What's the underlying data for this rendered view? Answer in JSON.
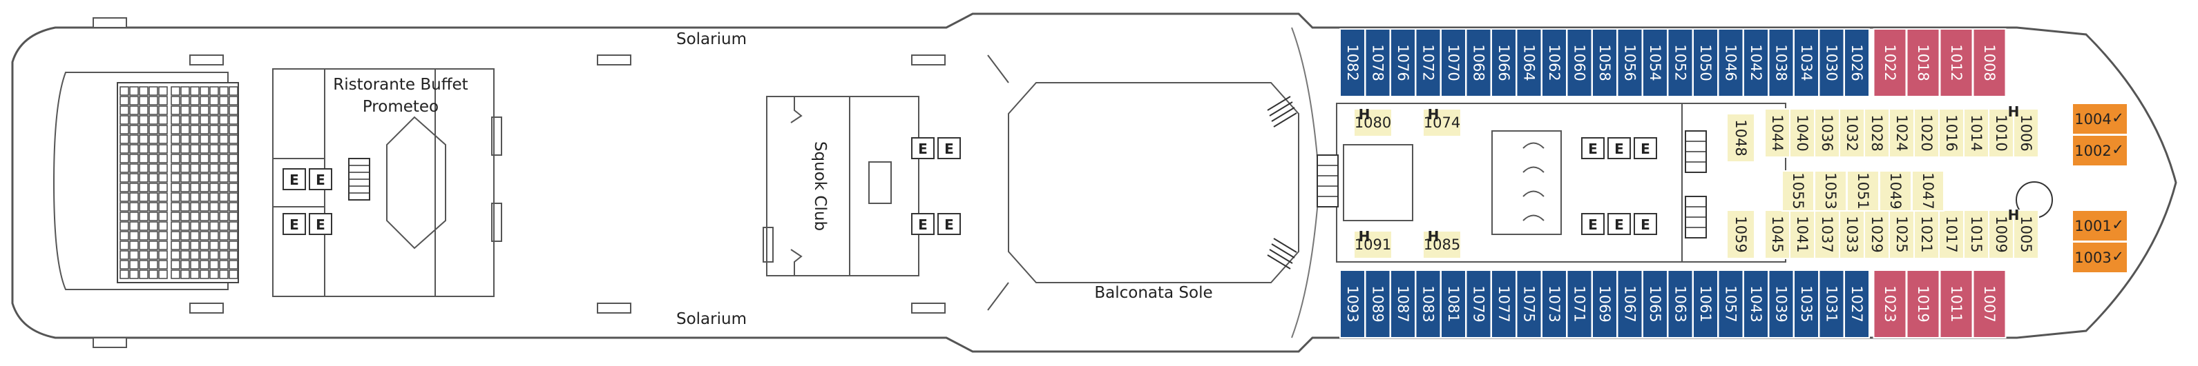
{
  "labels": {
    "solarium_top": "Solarium",
    "solarium_bottom": "Solarium",
    "buffet_line1": "Ristorante Buffet",
    "buffet_line2": "Prometeo",
    "squok": "Squok Club",
    "balconata": "Balconata Sole"
  },
  "elevator_label": "E",
  "access_mark": "H",
  "check_mark": "✓",
  "colors": {
    "balcony": "#1d4f8c",
    "suite_pink": "#c9566e",
    "inside": "#f6f1c4",
    "accessible_orange": "#ee8d2b",
    "outline": "#555555",
    "bench": "#777777"
  },
  "cabins": {
    "top_blue": [
      "1082",
      "1078",
      "1076",
      "1072",
      "1070",
      "1068",
      "1066",
      "1064",
      "1062",
      "1060",
      "1058",
      "1056",
      "1054",
      "1052",
      "1050",
      "1046",
      "1042",
      "1038",
      "1034",
      "1030",
      "1026"
    ],
    "top_pink": [
      "1022",
      "1018",
      "1012",
      "1008"
    ],
    "bottom_blue": [
      "1093",
      "1089",
      "1087",
      "1083",
      "1081",
      "1079",
      "1077",
      "1075",
      "1073",
      "1071",
      "1069",
      "1067",
      "1065",
      "1063",
      "1061",
      "1057",
      "1043",
      "1039",
      "1035",
      "1031",
      "1027"
    ],
    "bottom_pink": [
      "1023",
      "1019",
      "1011",
      "1007"
    ],
    "inner_upper": [
      "1044",
      "1040",
      "1036",
      "1032",
      "1028",
      "1024",
      "1020",
      "1016",
      "1014",
      "1010"
    ],
    "inner_upper_end": "1006",
    "inner_lower": [
      "1045",
      "1041",
      "1037",
      "1033",
      "1029",
      "1025",
      "1021",
      "1017",
      "1015",
      "1009"
    ],
    "inner_lower_end": "1005",
    "middle_row": [
      "1055",
      "1053",
      "1051",
      "1049",
      "1047"
    ],
    "single_upper": "1048",
    "single_lower": "1059",
    "small_upper": [
      "1080",
      "1074"
    ],
    "small_lower": [
      "1091",
      "1085"
    ],
    "bow_upper": [
      "1004",
      "1002"
    ],
    "bow_lower": [
      "1001",
      "1003"
    ]
  }
}
